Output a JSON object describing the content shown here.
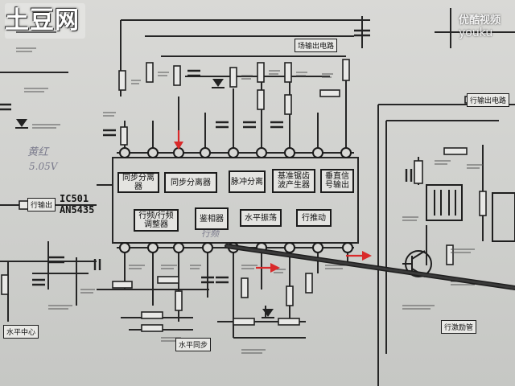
{
  "watermark": {
    "logo_text": "土豆网",
    "right_site": "优酷视频",
    "right_brand": "youku"
  },
  "ic": {
    "ref": "IC501",
    "part": "AN5435"
  },
  "handwriting": {
    "left_note": "黄红",
    "left_value": "5.05V",
    "mid_note": "行频"
  },
  "blocks": {
    "b1": "同步分离器",
    "b2": "同步分离器",
    "b3": "脉冲分离",
    "b4": "基准锯齿波产生器",
    "b5": "垂直信号输出",
    "b6": "行频/行频调整器",
    "b7": "鉴相器",
    "b8": "水平振荡",
    "b9": "行推动"
  },
  "tags": {
    "t_top": "场输出电路",
    "t_left": "行输出",
    "t_bottom_left": "水平中心",
    "t_bottom_mid": "水平同步",
    "t_right_top": "行输出电路",
    "t_right_bottom": "行激励管"
  }
}
